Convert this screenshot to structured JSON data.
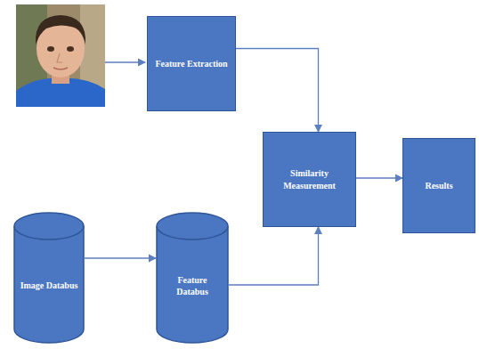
{
  "diagram": {
    "nodes": [
      {
        "text": [
          "Feature Extraction"
        ]
      },
      {
        "text": [
          "Similarity Measurement"
        ]
      },
      {
        "text": [
          "Results"
        ]
      },
      {
        "text": [
          "Image Databus"
        ]
      },
      {
        "text": [
          "Feature Databus"
        ]
      }
    ],
    "edges": [
      {
        "from": 0,
        "to": 1,
        "arrow": "to"
      },
      {
        "from": 1,
        "to": 2,
        "arrow": "to"
      },
      {
        "from": 3,
        "to": 4,
        "arrow": "to"
      },
      {
        "from": 4,
        "to": 1,
        "arrow": "to"
      }
    ]
  }
}
